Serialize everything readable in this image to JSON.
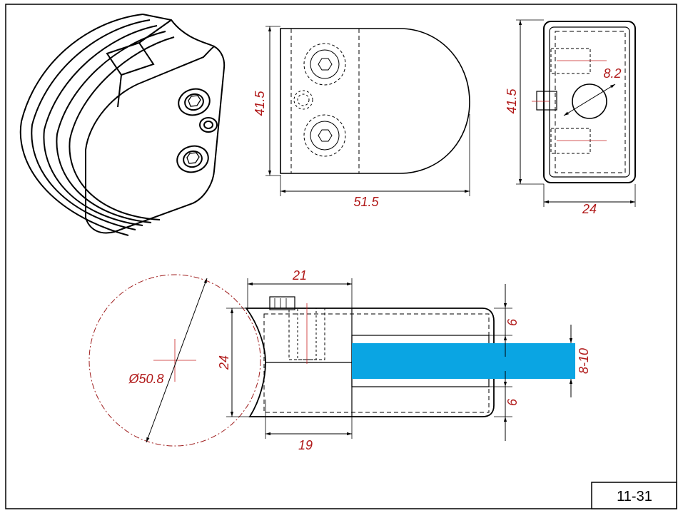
{
  "colors": {
    "line": "#000000",
    "dimension_text": "#b01818",
    "center_line": "#c82020",
    "glass": "#0aa5e3",
    "hidden_line": "#555555"
  },
  "dimensions": {
    "height_front": "41.5",
    "length_front": "51.5",
    "height_side": "41.5",
    "hole_diameter": "8.2",
    "width_side": "24",
    "top_width": "21",
    "plan_height": "24",
    "bottom_width": "19",
    "pipe_diameter": "Ø50.8",
    "wall_top": "6",
    "wall_bottom": "6",
    "glass_thickness": "8-10"
  },
  "title_block": {
    "part_number": "11-31"
  }
}
